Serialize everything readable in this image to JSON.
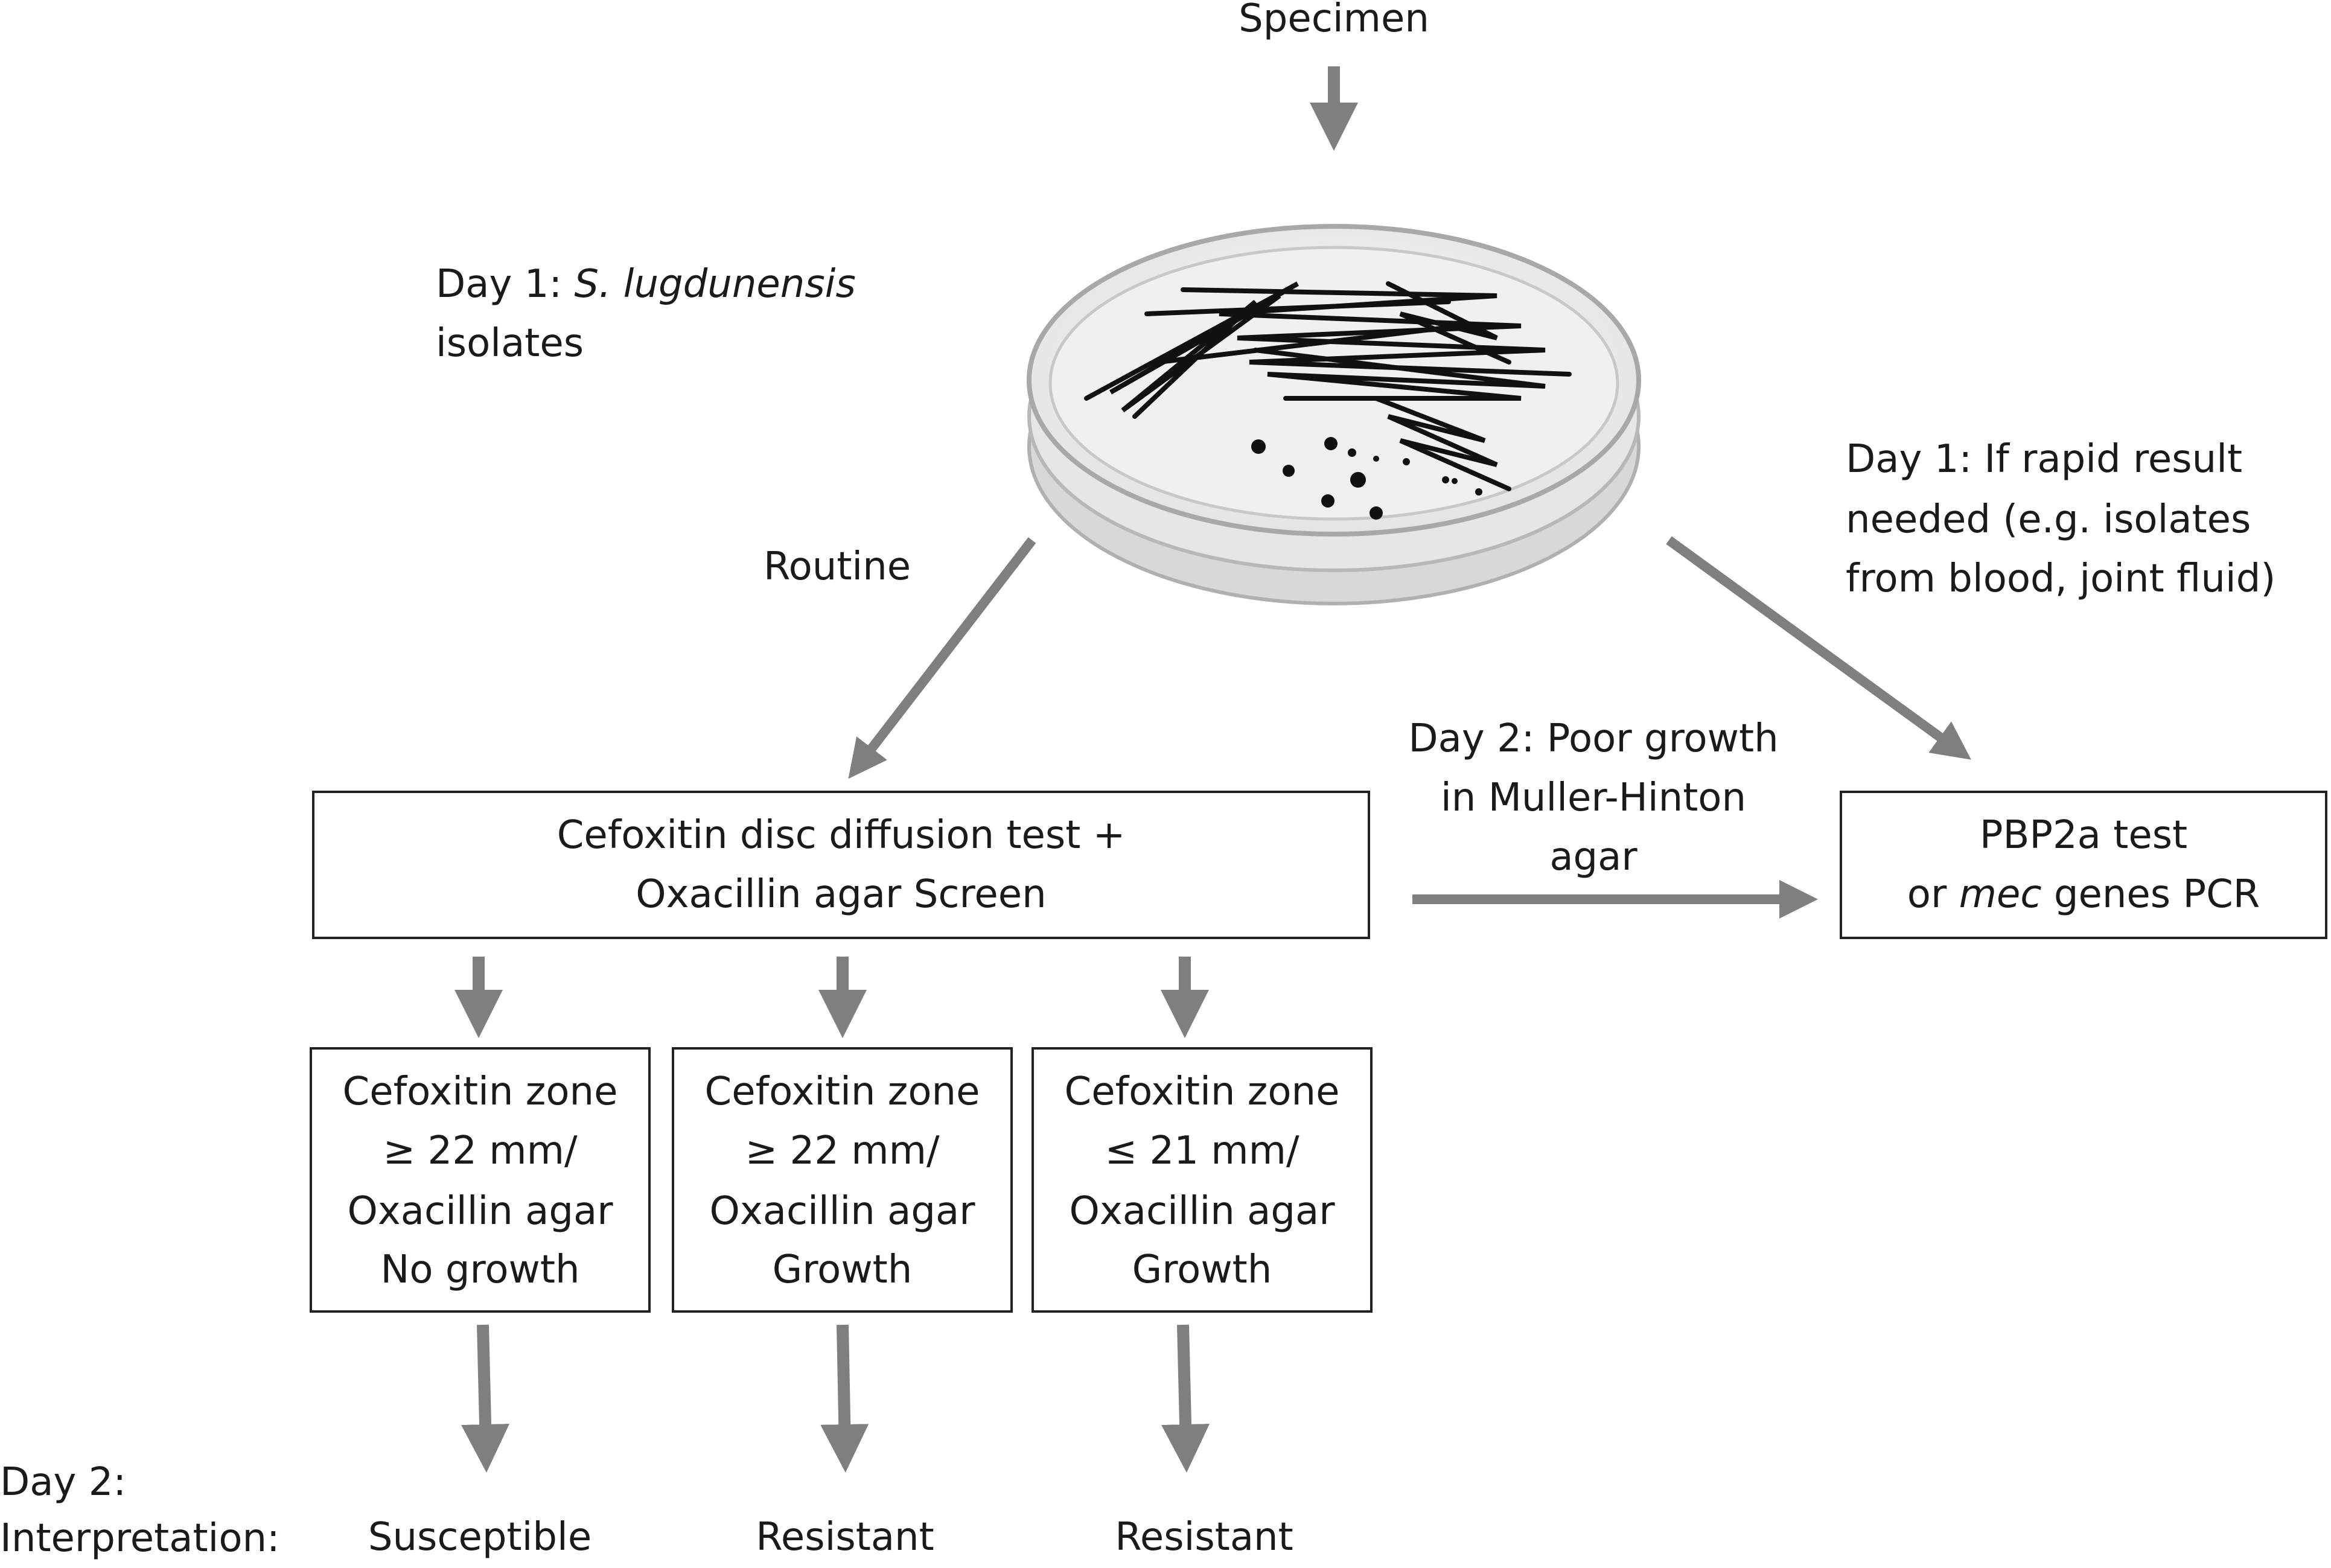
{
  "specimen_label": "Specimen",
  "day1_prefix": "Day 1: ",
  "day1_organism": "S. lugdunensis",
  "day1_suffix": "isolates",
  "routine_label": "Routine",
  "rapid_label": {
    "line1": "Day 1: If rapid result",
    "line2": "needed (e.g. isolates",
    "line3": "from blood, joint fluid)"
  },
  "poor_growth_label": {
    "line1": "Day 2: Poor growth",
    "line2": "in Muller-Hinton",
    "line3": "agar"
  },
  "main_test_box": {
    "line1": "Cefoxitin disc diffusion test +",
    "line2": "Oxacillin agar Screen"
  },
  "pbp2a_box": {
    "line1": "PBP2a test",
    "line2_prefix": "or ",
    "line2_italic": "mec",
    "line2_suffix": " genes PCR"
  },
  "result_boxes": [
    {
      "line1": "Cefoxitin zone",
      "line2": "≥ 22 mm/",
      "line3": "Oxacillin agar",
      "line4": "No growth"
    },
    {
      "line1": "Cefoxitin zone",
      "line2": "≥ 22 mm/",
      "line3": "Oxacillin agar",
      "line4": "Growth"
    },
    {
      "line1": "Cefoxitin zone",
      "line2": "≤ 21 mm/",
      "line3": "Oxacillin agar",
      "line4": "Growth"
    }
  ],
  "interpretation_label": {
    "line1": "Day 2:",
    "line2": "Interpretation:"
  },
  "interpretations": [
    "Susceptible",
    "Resistant",
    "Resistant"
  ],
  "colors": {
    "arrow": "#7f7f7f",
    "border": "#222222",
    "dish_rim": "#c8c8c8"
  },
  "icons": {
    "dish": "petri-dish-icon"
  }
}
